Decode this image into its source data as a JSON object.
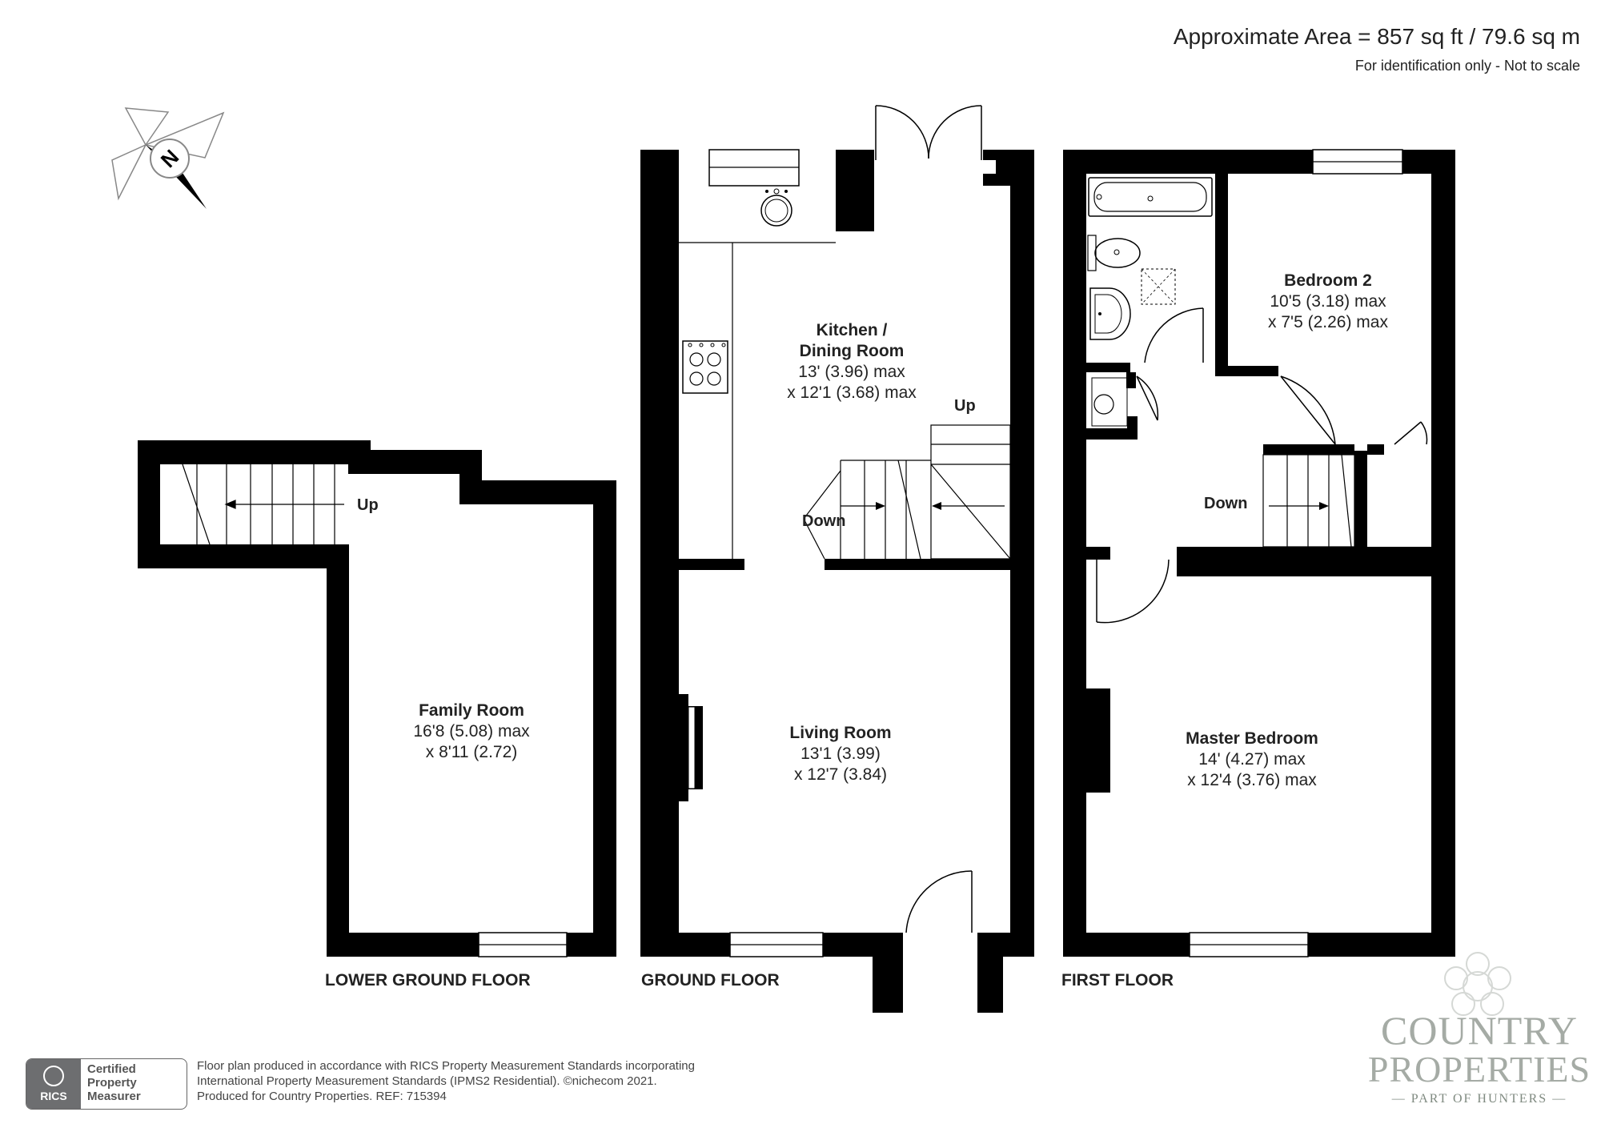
{
  "header": {
    "area": "Approximate Area = 857 sq ft / 79.6 sq m",
    "note": "For identification only - Not to scale"
  },
  "compass": {
    "letter": "N"
  },
  "rooms": {
    "family": {
      "name": "Family Room",
      "dim1": "16'8 (5.08) max",
      "dim2": "x 8'11 (2.72)"
    },
    "kitchen": {
      "name1": "Kitchen /",
      "name2": "Dining Room",
      "dim1": "13' (3.96) max",
      "dim2": "x 12'1 (3.68) max"
    },
    "living": {
      "name": "Living Room",
      "dim1": "13'1 (3.99)",
      "dim2": "x 12'7 (3.84)"
    },
    "bedroom2": {
      "name": "Bedroom 2",
      "dim1": "10'5 (3.18) max",
      "dim2": "x 7'5 (2.26) max"
    },
    "master": {
      "name": "Master Bedroom",
      "dim1": "14' (4.27) max",
      "dim2": "x 12'4 (3.76) max"
    }
  },
  "stairs": {
    "lower_up": "Up",
    "ground_up": "Up",
    "ground_down": "Down",
    "first_down": "Down"
  },
  "floors": {
    "lower": "LOWER GROUND FLOOR",
    "ground": "GROUND FLOOR",
    "first": "FIRST FLOOR"
  },
  "footer": {
    "rics_logo": "RICS",
    "rics_line1": "Certified",
    "rics_line2": "Property",
    "rics_line3": "Measurer",
    "line1": "Floor plan produced in accordance with RICS Property Measurement Standards incorporating",
    "line2": "International Property Measurement Standards (IPMS2 Residential).  ©nichecom 2021.",
    "line3": "Produced for Country Properties.   REF: 715394"
  },
  "brand": {
    "line1": "COUNTRY",
    "line2": "PROPERTIES",
    "line3": "— PART OF HUNTERS —"
  },
  "colors": {
    "wall": "#000000",
    "brand": "#a5aba5"
  }
}
